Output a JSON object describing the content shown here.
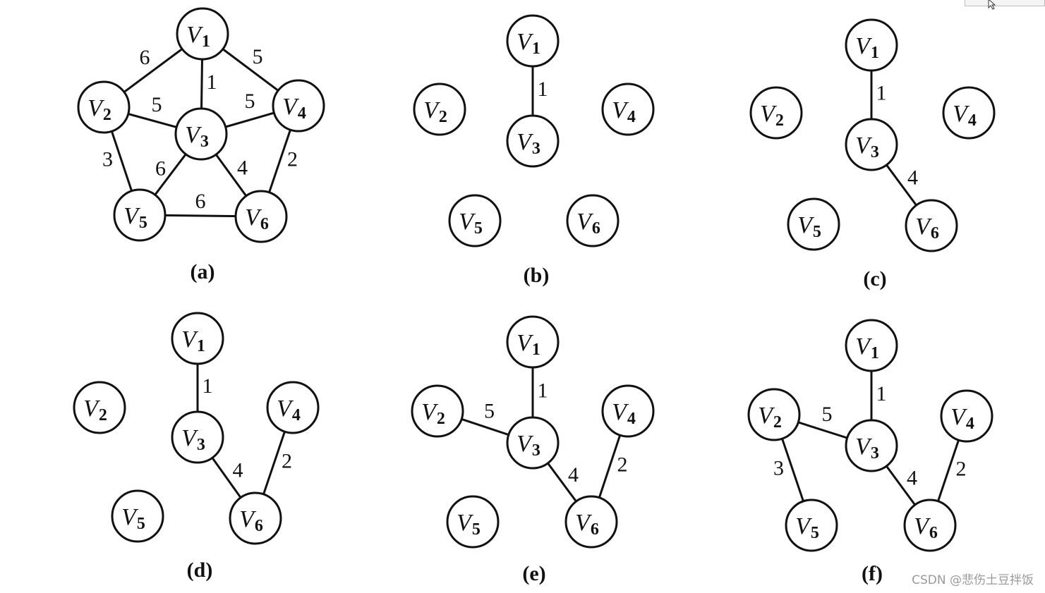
{
  "panels": [
    {
      "caption": "(a)",
      "nodes": [
        {
          "id": "V1",
          "sub": "1"
        },
        {
          "id": "V2",
          "sub": "2"
        },
        {
          "id": "V3",
          "sub": "3"
        },
        {
          "id": "V4",
          "sub": "4"
        },
        {
          "id": "V5",
          "sub": "5"
        },
        {
          "id": "V6",
          "sub": "6"
        }
      ],
      "edges": [
        {
          "from": "V1",
          "to": "V2",
          "w": "6"
        },
        {
          "from": "V1",
          "to": "V3",
          "w": "1"
        },
        {
          "from": "V1",
          "to": "V4",
          "w": "5"
        },
        {
          "from": "V2",
          "to": "V3",
          "w": "5"
        },
        {
          "from": "V3",
          "to": "V4",
          "w": "5"
        },
        {
          "from": "V2",
          "to": "V5",
          "w": "3"
        },
        {
          "from": "V3",
          "to": "V5",
          "w": "6"
        },
        {
          "from": "V3",
          "to": "V6",
          "w": "4"
        },
        {
          "from": "V4",
          "to": "V6",
          "w": "2"
        },
        {
          "from": "V5",
          "to": "V6",
          "w": "6"
        }
      ]
    },
    {
      "caption": "(b)",
      "nodes": [
        {
          "id": "V1",
          "sub": "1"
        },
        {
          "id": "V2",
          "sub": "2"
        },
        {
          "id": "V3",
          "sub": "3"
        },
        {
          "id": "V4",
          "sub": "4"
        },
        {
          "id": "V5",
          "sub": "5"
        },
        {
          "id": "V6",
          "sub": "6"
        }
      ],
      "edges": [
        {
          "from": "V1",
          "to": "V3",
          "w": "1"
        }
      ]
    },
    {
      "caption": "(c)",
      "nodes": [
        {
          "id": "V1",
          "sub": "1"
        },
        {
          "id": "V2",
          "sub": "2"
        },
        {
          "id": "V3",
          "sub": "3"
        },
        {
          "id": "V4",
          "sub": "4"
        },
        {
          "id": "V5",
          "sub": "5"
        },
        {
          "id": "V6",
          "sub": "6"
        }
      ],
      "edges": [
        {
          "from": "V1",
          "to": "V3",
          "w": "1"
        },
        {
          "from": "V3",
          "to": "V6",
          "w": "4"
        }
      ]
    },
    {
      "caption": "(d)",
      "nodes": [
        {
          "id": "V1",
          "sub": "1"
        },
        {
          "id": "V2",
          "sub": "2"
        },
        {
          "id": "V3",
          "sub": "3"
        },
        {
          "id": "V4",
          "sub": "4"
        },
        {
          "id": "V5",
          "sub": "5"
        },
        {
          "id": "V6",
          "sub": "6"
        }
      ],
      "edges": [
        {
          "from": "V1",
          "to": "V3",
          "w": "1"
        },
        {
          "from": "V3",
          "to": "V6",
          "w": "4"
        },
        {
          "from": "V4",
          "to": "V6",
          "w": "2"
        }
      ]
    },
    {
      "caption": "(e)",
      "nodes": [
        {
          "id": "V1",
          "sub": "1"
        },
        {
          "id": "V2",
          "sub": "2"
        },
        {
          "id": "V3",
          "sub": "3"
        },
        {
          "id": "V4",
          "sub": "4"
        },
        {
          "id": "V5",
          "sub": "5"
        },
        {
          "id": "V6",
          "sub": "6"
        }
      ],
      "edges": [
        {
          "from": "V1",
          "to": "V3",
          "w": "1"
        },
        {
          "from": "V2",
          "to": "V3",
          "w": "5"
        },
        {
          "from": "V3",
          "to": "V6",
          "w": "4"
        },
        {
          "from": "V4",
          "to": "V6",
          "w": "2"
        }
      ]
    },
    {
      "caption": "(f)",
      "nodes": [
        {
          "id": "V1",
          "sub": "1"
        },
        {
          "id": "V2",
          "sub": "2"
        },
        {
          "id": "V3",
          "sub": "3"
        },
        {
          "id": "V4",
          "sub": "4"
        },
        {
          "id": "V5",
          "sub": "5"
        },
        {
          "id": "V6",
          "sub": "6"
        }
      ],
      "edges": [
        {
          "from": "V1",
          "to": "V3",
          "w": "1"
        },
        {
          "from": "V2",
          "to": "V3",
          "w": "5"
        },
        {
          "from": "V2",
          "to": "V5",
          "w": "3"
        },
        {
          "from": "V3",
          "to": "V6",
          "w": "4"
        },
        {
          "from": "V4",
          "to": "V6",
          "w": "2"
        }
      ]
    }
  ],
  "watermark": "CSDN @悲伤土豆拌饭",
  "icons": {
    "cursor": "mouse-pointer-icon"
  }
}
